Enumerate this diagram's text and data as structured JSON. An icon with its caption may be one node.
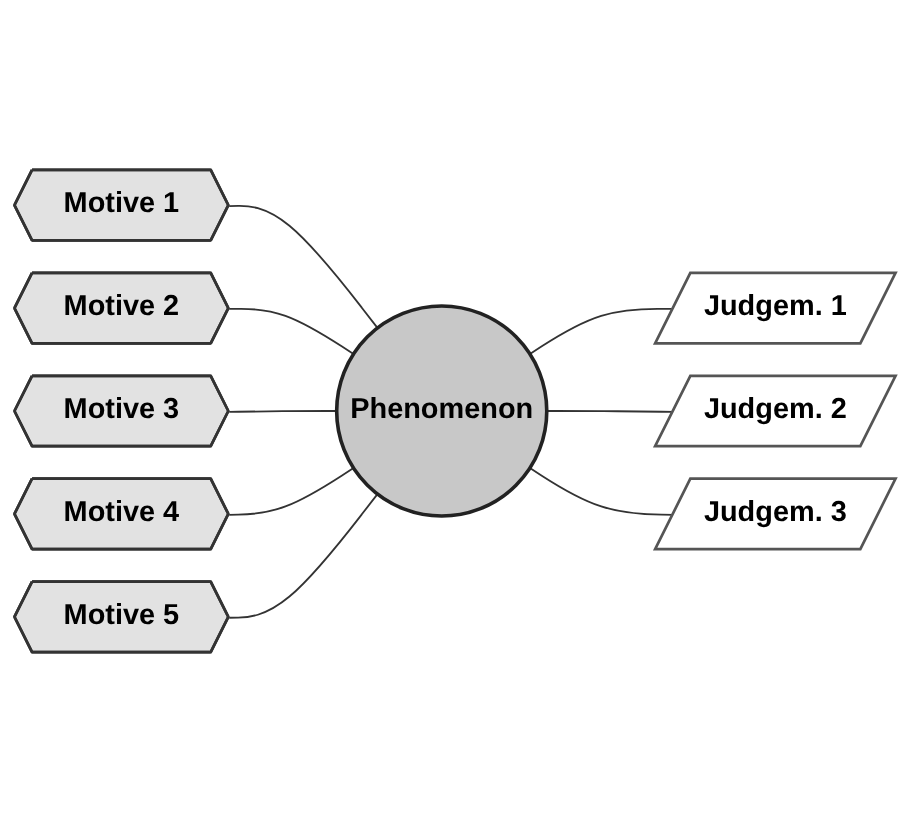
{
  "diagram": {
    "nodes": [
      {
        "text": [
          "Motive 1"
        ]
      },
      {
        "text": [
          "Motive 2"
        ]
      },
      {
        "text": [
          "Motive 3"
        ]
      },
      {
        "text": [
          "Motive 4"
        ]
      },
      {
        "text": [
          "Motive 5"
        ]
      },
      {
        "text": [
          "Phenomenon"
        ]
      },
      {
        "text": [
          "Judgem. 1"
        ]
      },
      {
        "text": [
          "Judgem. 2"
        ]
      },
      {
        "text": [
          "Judgem. 3"
        ]
      }
    ],
    "edges": [
      {
        "from": 0,
        "to": 5,
        "arrow": "none"
      },
      {
        "from": 1,
        "to": 5,
        "arrow": "none"
      },
      {
        "from": 2,
        "to": 5,
        "arrow": "none"
      },
      {
        "from": 3,
        "to": 5,
        "arrow": "none"
      },
      {
        "from": 4,
        "to": 5,
        "arrow": "none"
      },
      {
        "from": 5,
        "to": 6,
        "arrow": "none"
      },
      {
        "from": 5,
        "to": 7,
        "arrow": "none"
      },
      {
        "from": 5,
        "to": 8,
        "arrow": "none"
      }
    ]
  }
}
